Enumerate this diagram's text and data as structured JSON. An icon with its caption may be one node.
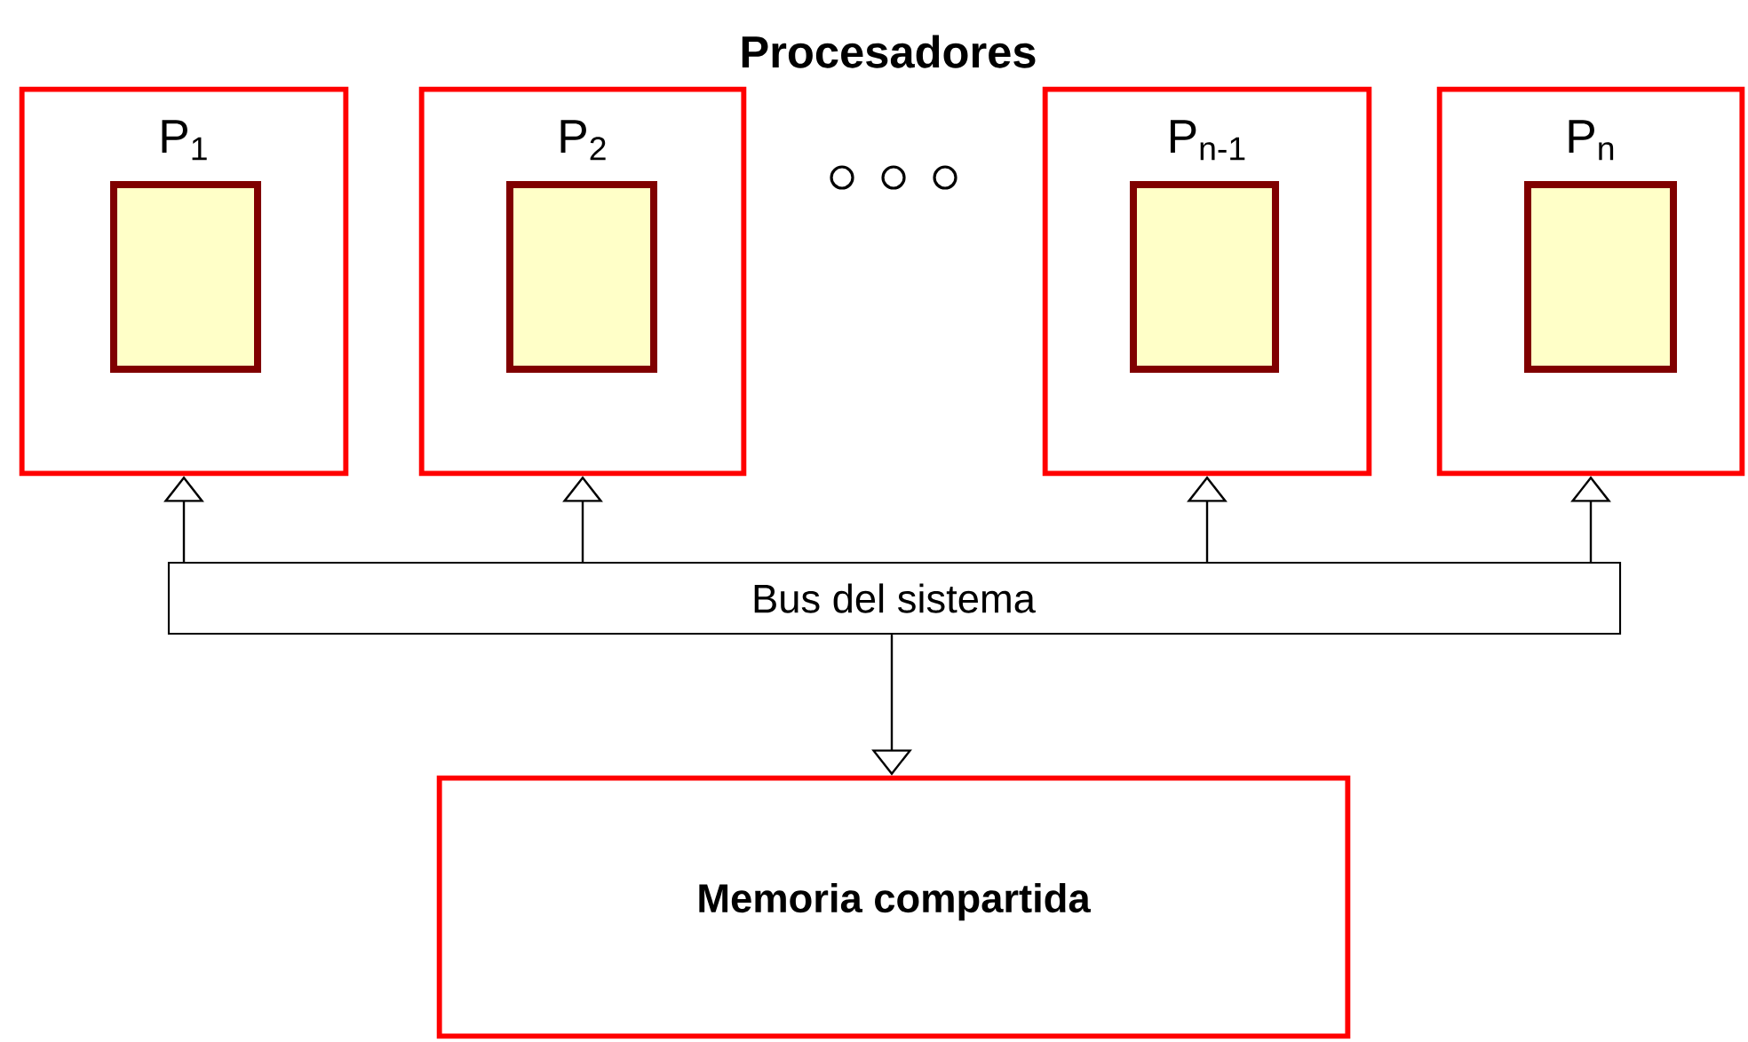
{
  "diagram": {
    "title": "Procesadores",
    "nodes": [
      {
        "text": [
          "P$_{1}$"
        ]
      },
      {
        "text": [],
        "shape": "box",
        "in": 0
      },
      {
        "text": [
          "P$_{2}$"
        ]
      },
      {
        "text": [],
        "shape": "box",
        "in": 2
      },
      {
        "text": [
          "P$_{n-1}$"
        ]
      },
      {
        "text": [],
        "shape": "box",
        "in": 4
      },
      {
        "text": [
          "P$_{n}$"
        ]
      },
      {
        "text": [],
        "shape": "box",
        "in": 6
      },
      {
        "text": [
          "Bus del sistema"
        ]
      },
      {
        "text": [
          "Memoria compartida"
        ]
      }
    ],
    "edges": [
      {
        "from": 8,
        "to": 0,
        "arrow": "to"
      },
      {
        "from": 8,
        "to": 2,
        "arrow": "to"
      },
      {
        "from": 8,
        "to": 4,
        "arrow": "to"
      },
      {
        "from": 8,
        "to": 6,
        "arrow": "to"
      },
      {
        "from": 8,
        "to": 9,
        "arrow": "to"
      }
    ]
  }
}
